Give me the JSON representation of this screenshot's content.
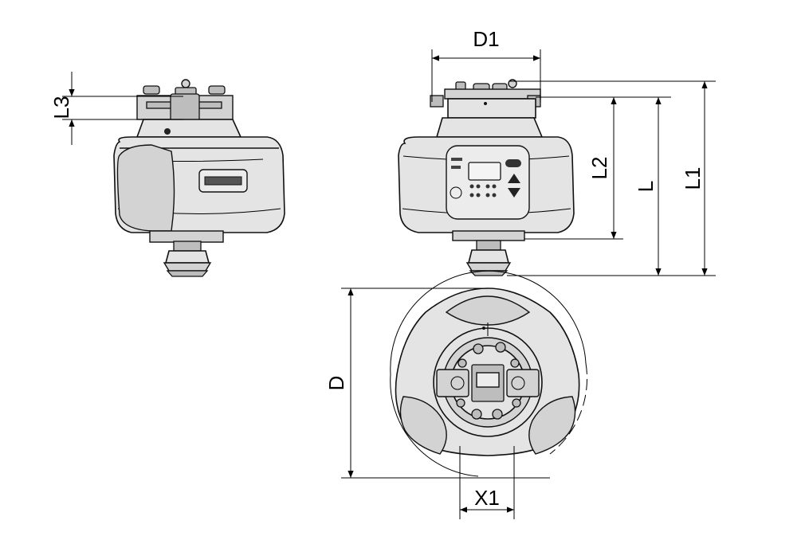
{
  "dimensions": {
    "l3": "L3",
    "d1": "D1",
    "l2": "L2",
    "l": "L",
    "l1": "L1",
    "d": "D",
    "x1": "X1"
  },
  "colors": {
    "line": "#000000",
    "body_light": "#e4e4e4",
    "body_mid": "#d3d3d3",
    "body_dark": "#bdbdbd"
  }
}
